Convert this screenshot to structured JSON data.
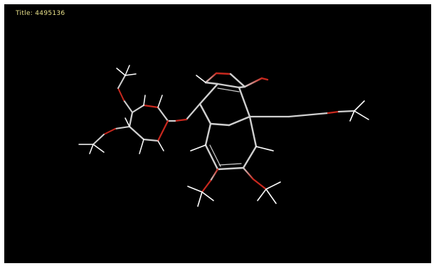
{
  "viewer": {
    "title": "Title: 4495136",
    "background": "#000000"
  },
  "colors": {
    "title_text": "#e8e08a",
    "carbon_bond": "#cfcfcf",
    "oxygen": "#c8281e",
    "hydrogen": "#ffffff"
  },
  "molecule": {
    "render_style": "sticks",
    "atoms_shown": [
      "C",
      "O",
      "H"
    ]
  }
}
